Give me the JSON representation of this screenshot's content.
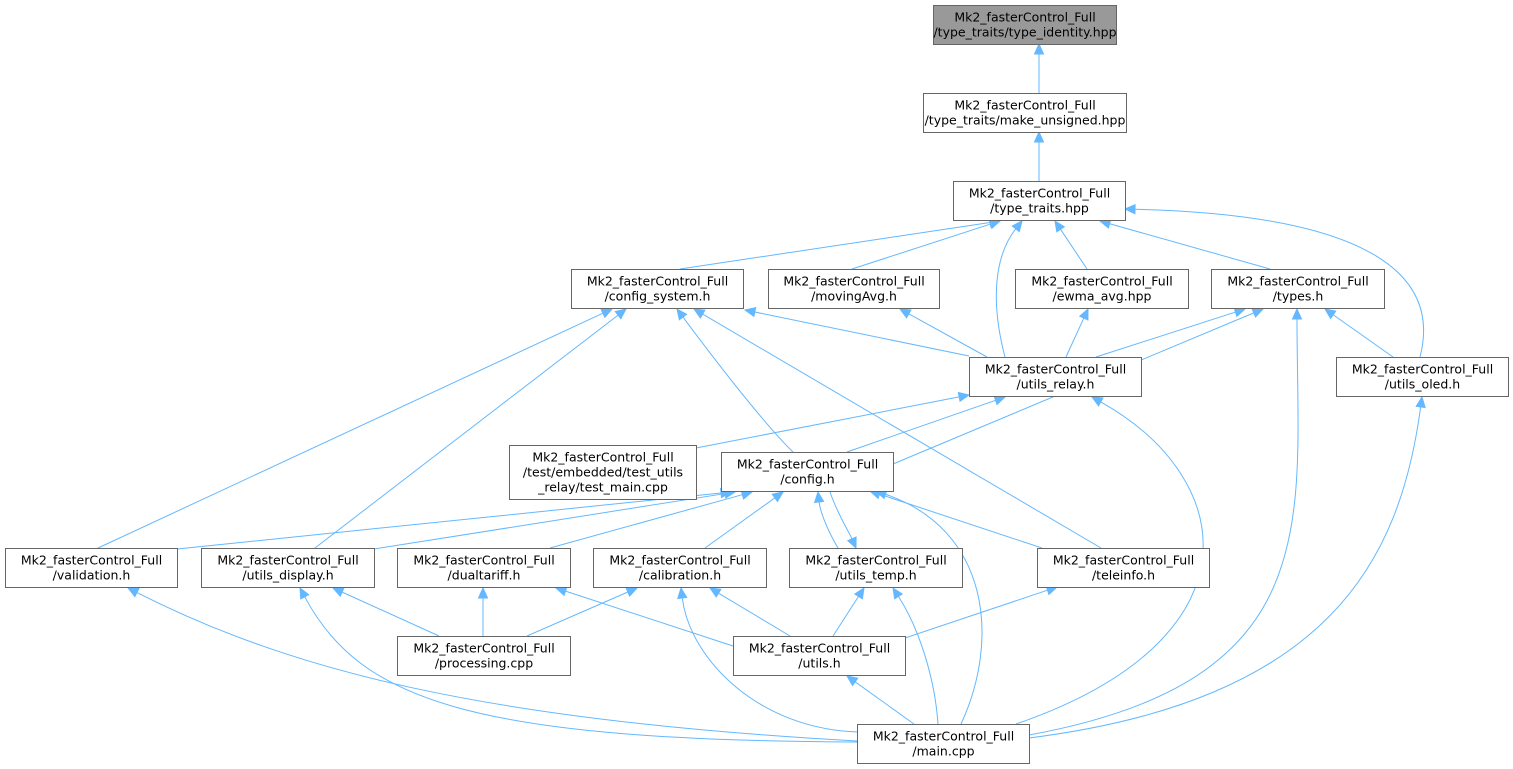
{
  "colors": {
    "edge": "#63b8ff",
    "node_border": "#666666",
    "root_fill": "#999999",
    "node_fill": "#ffffff"
  },
  "nodes": [
    {
      "id": "type_identity",
      "lines": [
        "Mk2_fasterControl_Full",
        "/type_traits/type_identity.hpp"
      ],
      "root": true
    },
    {
      "id": "make_unsigned",
      "lines": [
        "Mk2_fasterControl_Full",
        "/type_traits/make_unsigned.hpp"
      ]
    },
    {
      "id": "type_traits",
      "lines": [
        "Mk2_fasterControl_Full",
        "/type_traits.hpp"
      ]
    },
    {
      "id": "config_system",
      "lines": [
        "Mk2_fasterControl_Full",
        "/config_system.h"
      ]
    },
    {
      "id": "movingAvg",
      "lines": [
        "Mk2_fasterControl_Full",
        "/movingAvg.h"
      ]
    },
    {
      "id": "ewma_avg",
      "lines": [
        "Mk2_fasterControl_Full",
        "/ewma_avg.hpp"
      ]
    },
    {
      "id": "types",
      "lines": [
        "Mk2_fasterControl_Full",
        "/types.h"
      ]
    },
    {
      "id": "utils_relay",
      "lines": [
        "Mk2_fasterControl_Full",
        "/utils_relay.h"
      ]
    },
    {
      "id": "utils_oled",
      "lines": [
        "Mk2_fasterControl_Full",
        "/utils_oled.h"
      ]
    },
    {
      "id": "test_main",
      "lines": [
        "Mk2_fasterControl_Full",
        "/test/embedded/test_utils",
        "_relay/test_main.cpp"
      ]
    },
    {
      "id": "config",
      "lines": [
        "Mk2_fasterControl_Full",
        "/config.h"
      ]
    },
    {
      "id": "validation",
      "lines": [
        "Mk2_fasterControl_Full",
        "/validation.h"
      ]
    },
    {
      "id": "utils_display",
      "lines": [
        "Mk2_fasterControl_Full",
        "/utils_display.h"
      ]
    },
    {
      "id": "dualtariff",
      "lines": [
        "Mk2_fasterControl_Full",
        "/dualtariff.h"
      ]
    },
    {
      "id": "calibration",
      "lines": [
        "Mk2_fasterControl_Full",
        "/calibration.h"
      ]
    },
    {
      "id": "utils_temp",
      "lines": [
        "Mk2_fasterControl_Full",
        "/utils_temp.h"
      ]
    },
    {
      "id": "teleinfo",
      "lines": [
        "Mk2_fasterControl_Full",
        "/teleinfo.h"
      ]
    },
    {
      "id": "processing",
      "lines": [
        "Mk2_fasterControl_Full",
        "/processing.cpp"
      ]
    },
    {
      "id": "utils",
      "lines": [
        "Mk2_fasterControl_Full",
        "/utils.h"
      ]
    },
    {
      "id": "main",
      "lines": [
        "Mk2_fasterControl_Full",
        "/main.cpp"
      ]
    }
  ],
  "edges": [
    {
      "from": "make_unsigned",
      "to": "type_identity"
    },
    {
      "from": "type_traits",
      "to": "make_unsigned"
    },
    {
      "from": "config_system",
      "to": "type_traits"
    },
    {
      "from": "movingAvg",
      "to": "type_traits"
    },
    {
      "from": "utils_relay",
      "to": "type_traits"
    },
    {
      "from": "ewma_avg",
      "to": "type_traits"
    },
    {
      "from": "types",
      "to": "type_traits"
    },
    {
      "from": "utils_oled",
      "to": "type_traits"
    },
    {
      "from": "utils_relay",
      "to": "config_system"
    },
    {
      "from": "config",
      "to": "config_system"
    },
    {
      "from": "teleinfo",
      "to": "config_system"
    },
    {
      "from": "validation",
      "to": "config_system"
    },
    {
      "from": "utils_display",
      "to": "config_system"
    },
    {
      "from": "utils_relay",
      "to": "movingAvg"
    },
    {
      "from": "utils_relay",
      "to": "ewma_avg"
    },
    {
      "from": "utils_relay",
      "to": "types"
    },
    {
      "from": "config",
      "to": "types"
    },
    {
      "from": "utils_oled",
      "to": "types"
    },
    {
      "from": "main",
      "to": "types"
    },
    {
      "from": "test_main",
      "to": "utils_relay"
    },
    {
      "from": "config",
      "to": "utils_relay"
    },
    {
      "from": "main",
      "to": "utils_relay"
    },
    {
      "from": "main",
      "to": "utils_oled"
    },
    {
      "from": "validation",
      "to": "config"
    },
    {
      "from": "utils_display",
      "to": "config"
    },
    {
      "from": "dualtariff",
      "to": "config"
    },
    {
      "from": "calibration",
      "to": "config"
    },
    {
      "from": "utils_temp",
      "to": "config"
    },
    {
      "from": "config",
      "to": "utils_temp"
    },
    {
      "from": "teleinfo",
      "to": "config"
    },
    {
      "from": "main",
      "to": "config"
    },
    {
      "from": "main",
      "to": "validation"
    },
    {
      "from": "processing",
      "to": "utils_display"
    },
    {
      "from": "main",
      "to": "utils_display"
    },
    {
      "from": "processing",
      "to": "dualtariff"
    },
    {
      "from": "utils",
      "to": "dualtariff"
    },
    {
      "from": "processing",
      "to": "calibration"
    },
    {
      "from": "utils",
      "to": "calibration"
    },
    {
      "from": "main",
      "to": "calibration"
    },
    {
      "from": "utils",
      "to": "utils_temp"
    },
    {
      "from": "main",
      "to": "utils_temp"
    },
    {
      "from": "utils",
      "to": "teleinfo"
    },
    {
      "from": "main",
      "to": "utils"
    }
  ]
}
